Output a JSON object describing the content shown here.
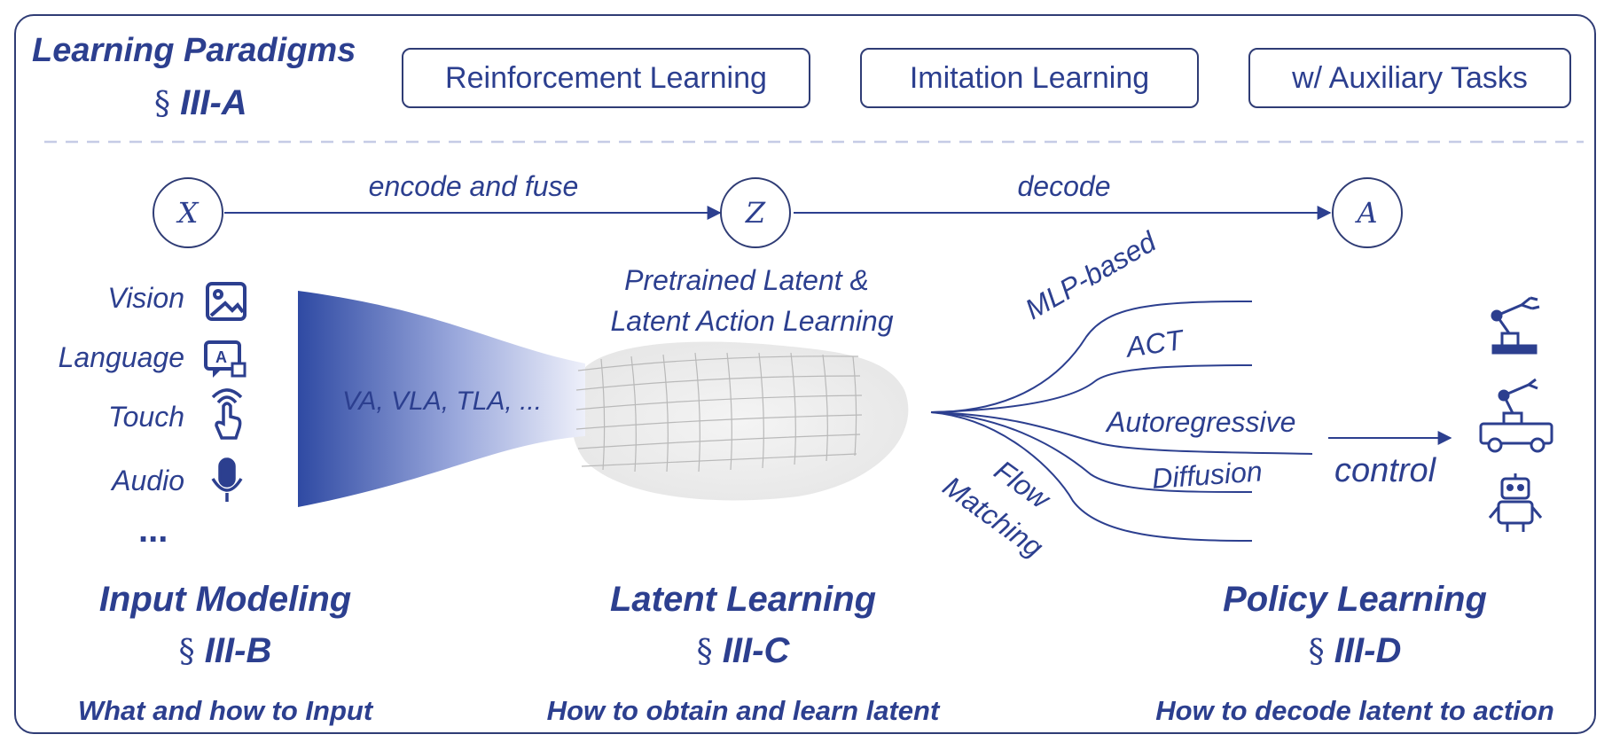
{
  "header": {
    "title": "Learning Paradigms",
    "section_symbol": "§",
    "section_num": "III-A",
    "paradigms": [
      "Reinforcement Learning",
      "Imitation Learning",
      "w/ Auxiliary Tasks"
    ]
  },
  "pipeline": {
    "nodes": [
      "X",
      "Z",
      "A"
    ],
    "edge1": "encode and fuse",
    "edge2": "decode"
  },
  "input": {
    "modalities": [
      "Vision",
      "Language",
      "Touch",
      "Audio"
    ],
    "ellipsis": "...",
    "funnel_label": "VA, VLA, TLA, ...",
    "title": "Input Modeling",
    "section_num": "III-B",
    "question": "What and how to Input"
  },
  "latent": {
    "label_line1": "Pretrained Latent &",
    "label_line2": "Latent Action Learning",
    "title": "Latent Learning",
    "section_num": "III-C",
    "question": "How to obtain and learn latent"
  },
  "policy": {
    "branches": [
      "MLP-based",
      "ACT",
      "Autoregressive",
      "Diffusion",
      "Flow",
      "Matching"
    ],
    "control": "control",
    "robots": [
      "robot-arm-icon",
      "mobile-manipulator-icon",
      "humanoid-robot-icon"
    ],
    "title": "Policy Learning",
    "section_num": "III-D",
    "question": "How to decode latent to action"
  },
  "colors": {
    "accent": "#2c3f8f",
    "border": "#2f3c75",
    "dashed": "#c5cbe6"
  }
}
